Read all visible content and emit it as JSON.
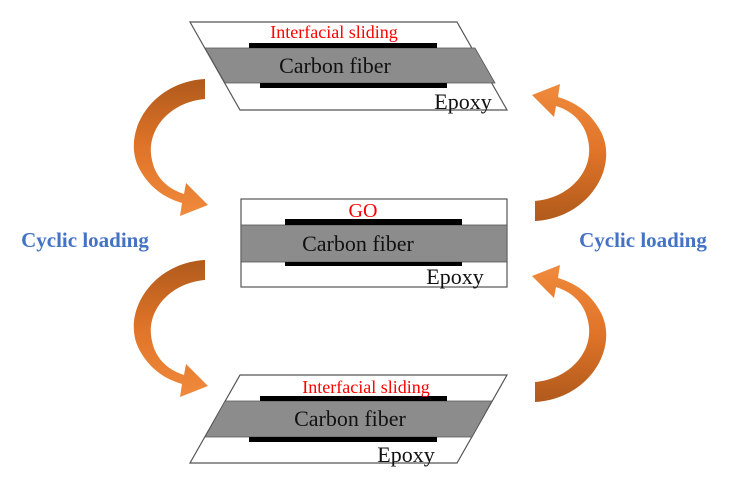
{
  "colors": {
    "label_red": "#ff0000",
    "cyclic_blue": "#4472c4",
    "fiber_gray": "#8c8c8c",
    "arrow_orange": "#ed7d31",
    "arrow_dark": "#b05a1c"
  },
  "top_panel": {
    "top_label": "Interfacial sliding",
    "fiber_label": "Carbon fiber",
    "matrix_label": "Epoxy"
  },
  "middle_panel": {
    "top_label": "GO",
    "fiber_label": "Carbon fiber",
    "matrix_label": "Epoxy"
  },
  "bottom_panel": {
    "top_label": "Interfacial sliding",
    "fiber_label": "Carbon fiber",
    "matrix_label": "Epoxy"
  },
  "left_label": "Cyclic loading",
  "right_label": "Cyclic loading"
}
